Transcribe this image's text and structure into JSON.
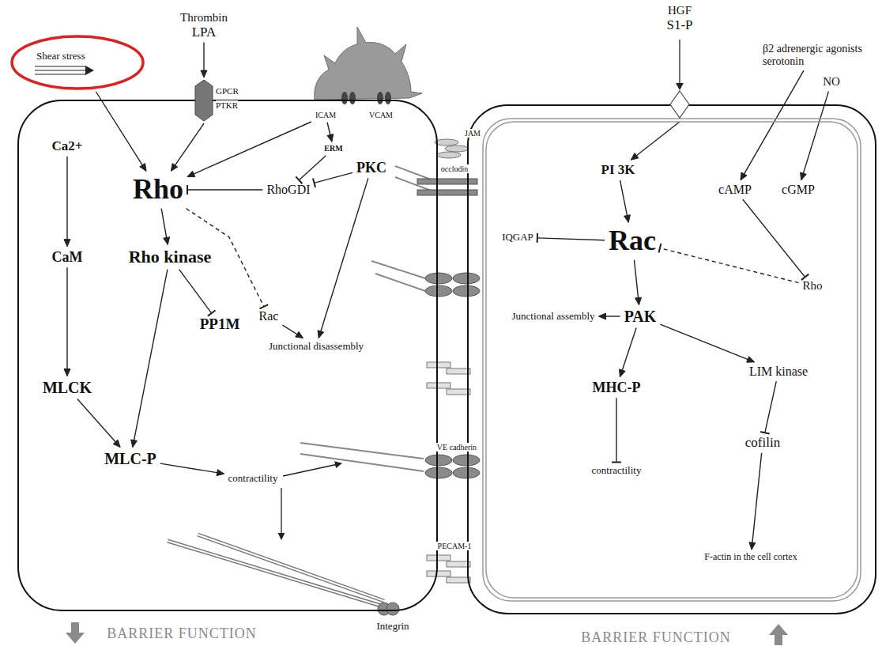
{
  "diagram": {
    "nodes": [
      {
        "text": [
          "BARRIER FUNCTION"
        ]
      },
      {
        "text": [
          "BARRIER FUNCTION"
        ]
      },
      {
        "text": [
          "Shear stress"
        ]
      },
      {
        "text": [
          "Thrombin",
          "LPA"
        ]
      },
      {
        "text": [
          "GPCR",
          "PTKR"
        ]
      },
      {
        "text": [
          "ICAM"
        ],
        "in": 0
      },
      {
        "text": [
          "VCAM"
        ],
        "in": 0
      },
      {
        "text": [
          "HGF",
          "S1-P"
        ]
      },
      {
        "text": [
          "β2 adrenergic agonists",
          "serotonin"
        ]
      },
      {
        "text": [
          "NO"
        ]
      },
      {
        "text": [
          "Ca2+"
        ],
        "in": 0
      },
      {
        "text": [
          "CaM"
        ],
        "in": 0
      },
      {
        "text": [
          "MLCK"
        ],
        "in": 0
      },
      {
        "text": [
          "Rho"
        ],
        "in": 0
      },
      {
        "text": [
          "RhoGDI"
        ],
        "in": 0
      },
      {
        "text": [
          "ERM"
        ],
        "in": 0
      },
      {
        "text": [
          "PKC"
        ],
        "in": 0
      },
      {
        "text": [
          "Rho kinase"
        ],
        "in": 0
      },
      {
        "text": [
          "PP1M"
        ],
        "in": 0
      },
      {
        "text": [
          "Rac"
        ],
        "in": 0
      },
      {
        "text": [
          "Junctional disassembly"
        ],
        "in": 0
      },
      {
        "text": [
          "MLC-P"
        ],
        "in": 0
      },
      {
        "text": [
          "contractility"
        ],
        "in": 0
      },
      {
        "text": [
          "PI 3K"
        ],
        "in": 1
      },
      {
        "text": [
          "cAMP"
        ],
        "in": 1
      },
      {
        "text": [
          "cGMP"
        ],
        "in": 1
      },
      {
        "text": [
          "Rac"
        ],
        "in": 1
      },
      {
        "text": [
          "IQGAP"
        ],
        "in": 1
      },
      {
        "text": [
          "Rho"
        ],
        "in": 1
      },
      {
        "text": [
          "PAK"
        ],
        "in": 1
      },
      {
        "text": [
          "Junctional assembly"
        ],
        "in": 1
      },
      {
        "text": [
          "MHC-P"
        ],
        "in": 1
      },
      {
        "text": [
          "LIM kinase"
        ],
        "in": 1
      },
      {
        "text": [
          "contractility"
        ],
        "in": 1
      },
      {
        "text": [
          "cofilin"
        ],
        "in": 1
      },
      {
        "text": [
          "F-actin in the cell cortex"
        ],
        "in": 1
      }
    ],
    "edges": [
      {
        "from": 2,
        "to": 13,
        "arrow": "to"
      },
      {
        "from": 3,
        "to": 4,
        "arrow": "to"
      },
      {
        "from": 4,
        "to": 13,
        "arrow": "to"
      },
      {
        "from": 5,
        "to": 13,
        "arrow": "to"
      },
      {
        "from": 5,
        "to": 15,
        "arrow": "to"
      },
      {
        "from": 15,
        "to": 14,
        "arrow": "to"
      },
      {
        "from": 14,
        "to": 13,
        "arrow": "to"
      },
      {
        "from": 16,
        "to": 14,
        "arrow": "to"
      },
      {
        "from": 16,
        "to": 20,
        "arrow": "to"
      },
      {
        "from": 13,
        "to": 17,
        "arrow": "to"
      },
      {
        "from": 13,
        "to": 19,
        "arrow": "to"
      },
      {
        "from": 19,
        "to": 20,
        "arrow": "to"
      },
      {
        "from": 17,
        "to": 18,
        "arrow": "to"
      },
      {
        "from": 17,
        "to": 21,
        "arrow": "to"
      },
      {
        "from": 10,
        "to": 11,
        "arrow": "to"
      },
      {
        "from": 11,
        "to": 12,
        "arrow": "to"
      },
      {
        "from": 12,
        "to": 21,
        "arrow": "to"
      },
      {
        "from": 21,
        "to": 22,
        "arrow": "to"
      },
      {
        "from": 7,
        "to": 23,
        "arrow": "to"
      },
      {
        "from": 23,
        "to": 26,
        "arrow": "to"
      },
      {
        "from": 8,
        "to": 24,
        "arrow": "to"
      },
      {
        "from": 9,
        "to": 25,
        "arrow": "to"
      },
      {
        "from": 24,
        "to": 28,
        "arrow": "to"
      },
      {
        "from": 28,
        "to": 26,
        "arrow": "to"
      },
      {
        "from": 26,
        "to": 27,
        "arrow": "to"
      },
      {
        "from": 26,
        "to": 29,
        "arrow": "to"
      },
      {
        "from": 29,
        "to": 30,
        "arrow": "to"
      },
      {
        "from": 29,
        "to": 31,
        "arrow": "to"
      },
      {
        "from": 29,
        "to": 32,
        "arrow": "to"
      },
      {
        "from": 31,
        "to": 33,
        "arrow": "to"
      },
      {
        "from": 32,
        "to": 34,
        "arrow": "to"
      },
      {
        "from": 34,
        "to": 35,
        "arrow": "to"
      }
    ],
    "labels": [
      "JAM",
      "occludin",
      "VE cadherin",
      "PECAM-1",
      "Integrin"
    ]
  }
}
